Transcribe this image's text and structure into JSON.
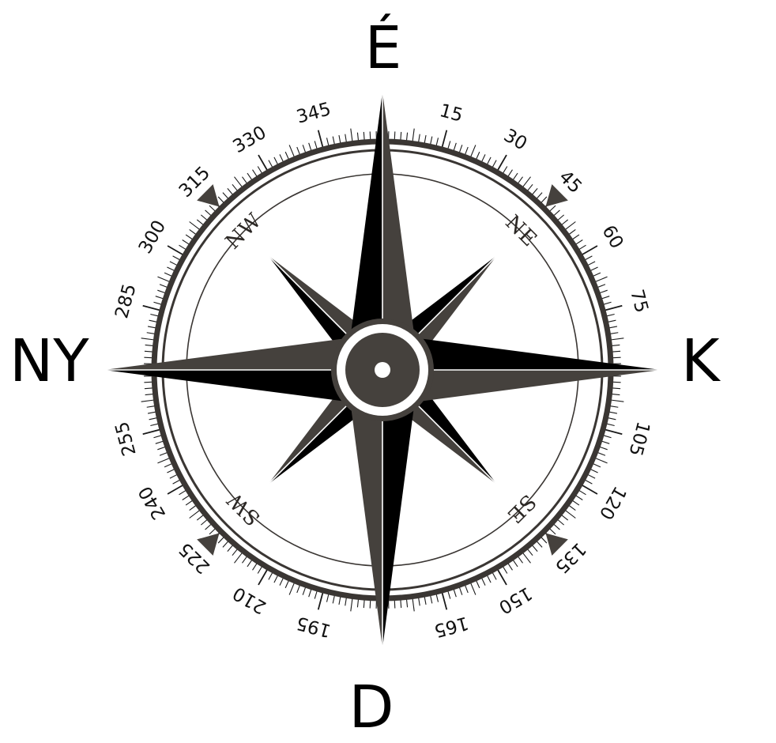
{
  "cardinals": {
    "north": "É",
    "east": "K",
    "south": "D",
    "west": "NY"
  },
  "intercardinals": {
    "ne": "NE",
    "se": "SE",
    "sw": "SW",
    "nw": "NW"
  },
  "degree_labels": [
    "15",
    "30",
    "45",
    "60",
    "75",
    "105",
    "120",
    "135",
    "150",
    "165",
    "195",
    "210",
    "225",
    "240",
    "255",
    "285",
    "300",
    "315",
    "330",
    "345"
  ],
  "colors": {
    "dark": "#000000",
    "grey": "#45413d",
    "ring": "#3a3633",
    "background": "#ffffff"
  },
  "icons": [
    "compass-rose-icon",
    "triangle-marker-icon"
  ]
}
